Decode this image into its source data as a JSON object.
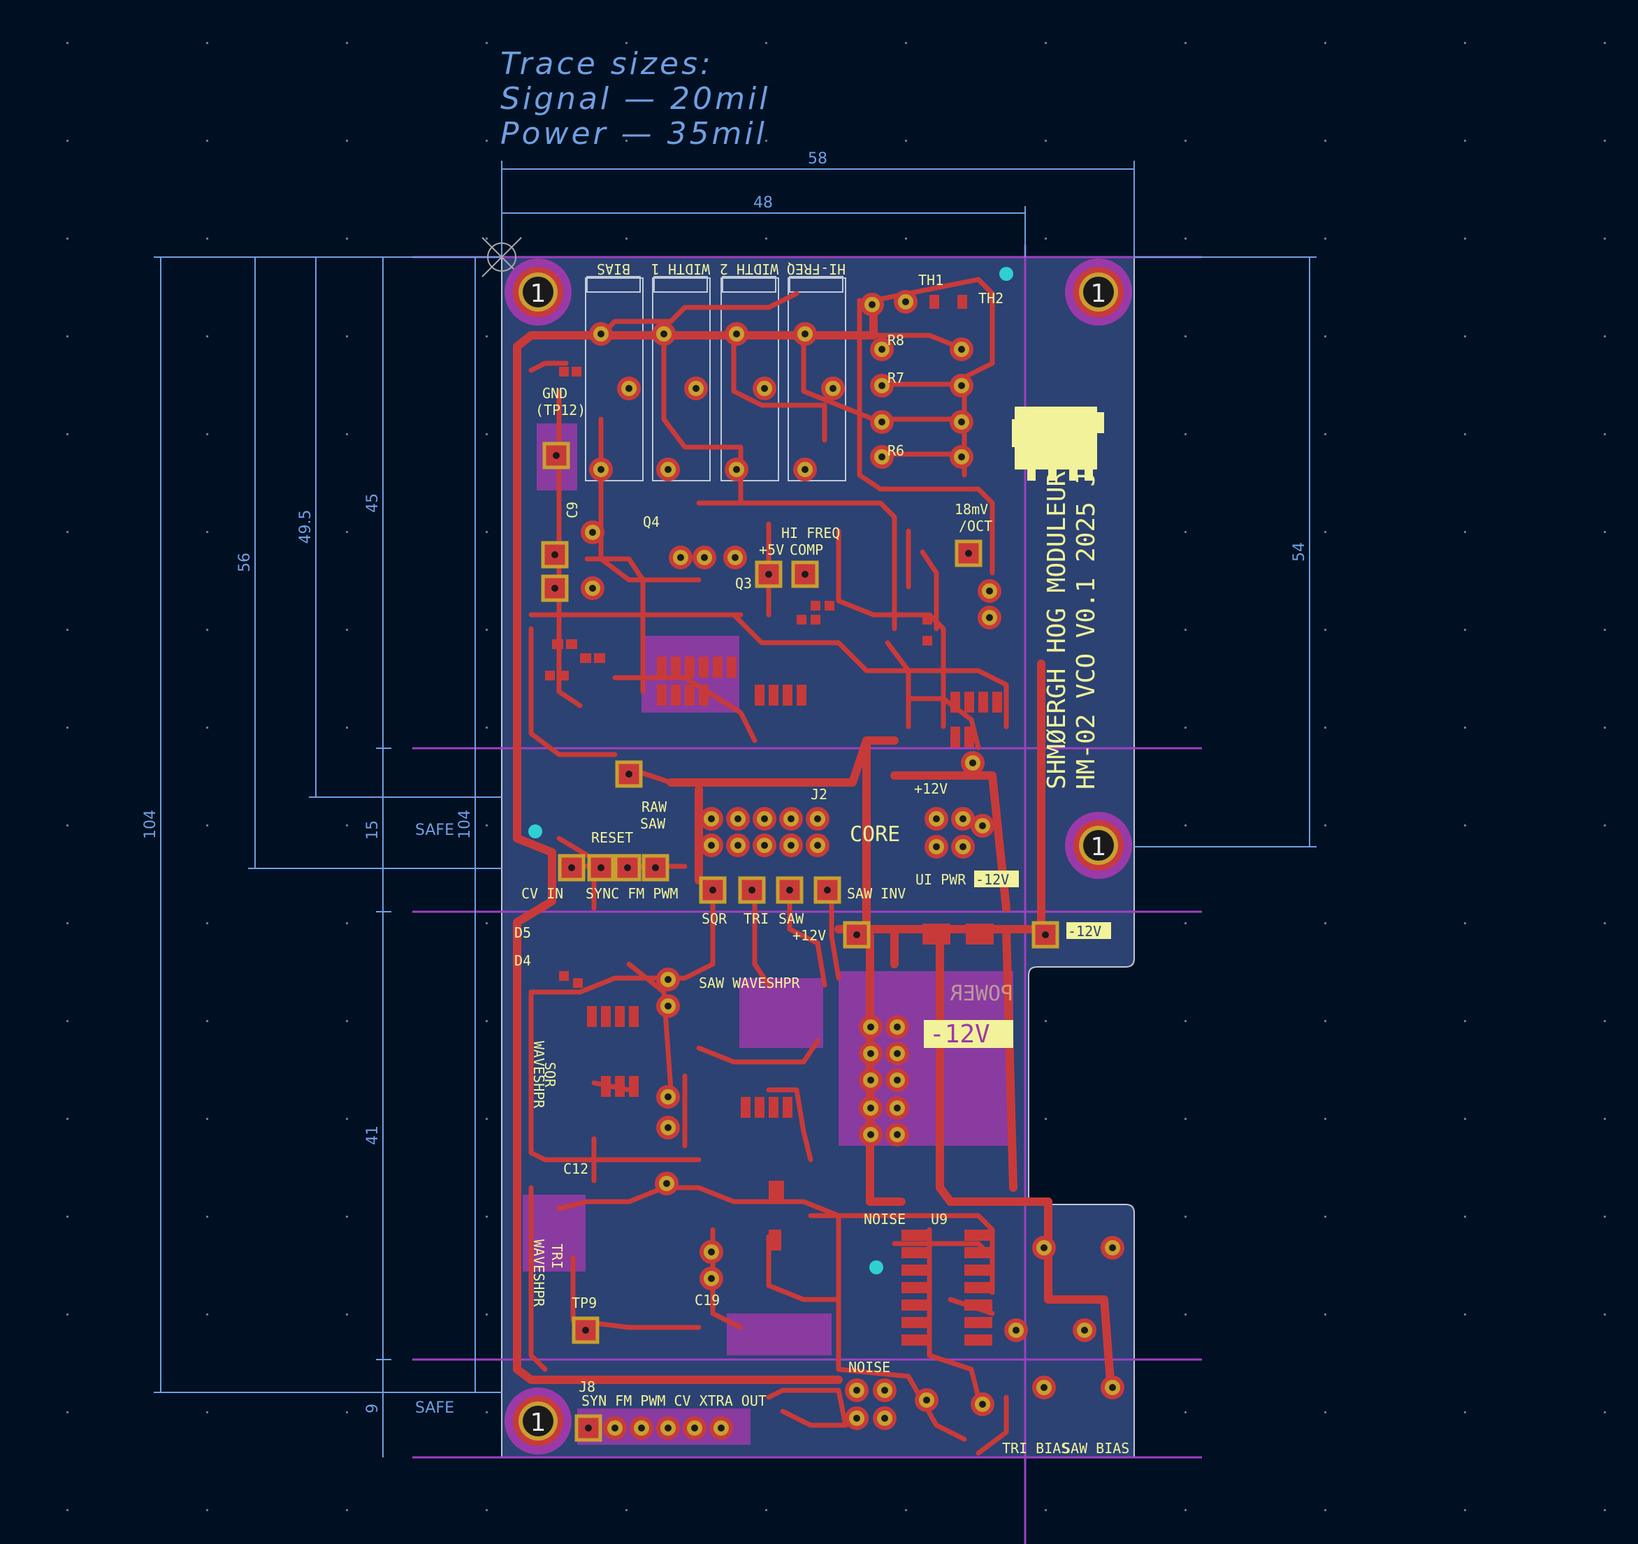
{
  "notes": {
    "line1": "Trace sizes:",
    "line2": "Signal — 20mil",
    "line3": "Power — 35mil"
  },
  "dimensions": {
    "width_total": "58",
    "width_inner": "48",
    "height_total": "104",
    "height_56": "56",
    "height_49_5": "49.5",
    "height_45": "45",
    "height_15": "15",
    "height_41": "41",
    "height_9": "9",
    "height_104_inner": "104",
    "height_54": "54",
    "safe_top": "SAFE",
    "safe_bottom": "SAFE"
  },
  "silkscreen": {
    "pot_bias": "BIAS",
    "pot_width1": "WIDTH 1",
    "pot_width2": "WIDTH 2",
    "pot_hifreq": "HI-FREQ",
    "th1": "TH1",
    "th2": "TH2",
    "r8": "R8",
    "r7": "R7",
    "r6": "R6",
    "gnd_tp": "GND",
    "tp12": "(TP12)",
    "c9": "C9",
    "q4": "Q4",
    "q3": "Q3",
    "plus5v": "+5V",
    "hifreq_comp": "HI FREQ",
    "comp": "COMP",
    "mv_oct": "18mV",
    "oct": "/OCT",
    "j2": "J2",
    "reset": "RESET",
    "raw_saw": "RAW",
    "saw": "SAW",
    "cv_in": "CV IN",
    "sync_fm_pwm": "SYNC FM PWM",
    "sqr": "SQR",
    "tri": "TRI",
    "saw2": "SAW",
    "saw_inv": "SAW INV",
    "plus12v_a": "+12V",
    "plus12v_b": "+12V",
    "minus12v_a": "-12V",
    "minus12v_b": "-12V",
    "ui_pwr": "UI PWR",
    "core": "CORE",
    "power": "POWER",
    "minus12v_big": "-12V",
    "d5": "D5",
    "d4": "D4",
    "sqr_wave": "SQR",
    "waveshpr": "WAVESHPR",
    "saw_waveshpr": "SAW WAVESHPR",
    "tri_wave": "TRI",
    "waveshpr2": "WAVESHPR",
    "c12": "C12",
    "tp9": "TP9",
    "c19": "C19",
    "noise": "NOISE",
    "noise2": "NOISE",
    "u9": "U9",
    "j8": "J8",
    "out_labels": "SYN FM PWM CV XTRA OUT",
    "tri_bias": "TRI BIAS",
    "saw_bias": "SAW BIAS",
    "title_line1": "SHMØERGH HOG MODULEUR",
    "title_line2": "HM-02 VCO V0.1 2025 JULY",
    "mount": "1"
  }
}
